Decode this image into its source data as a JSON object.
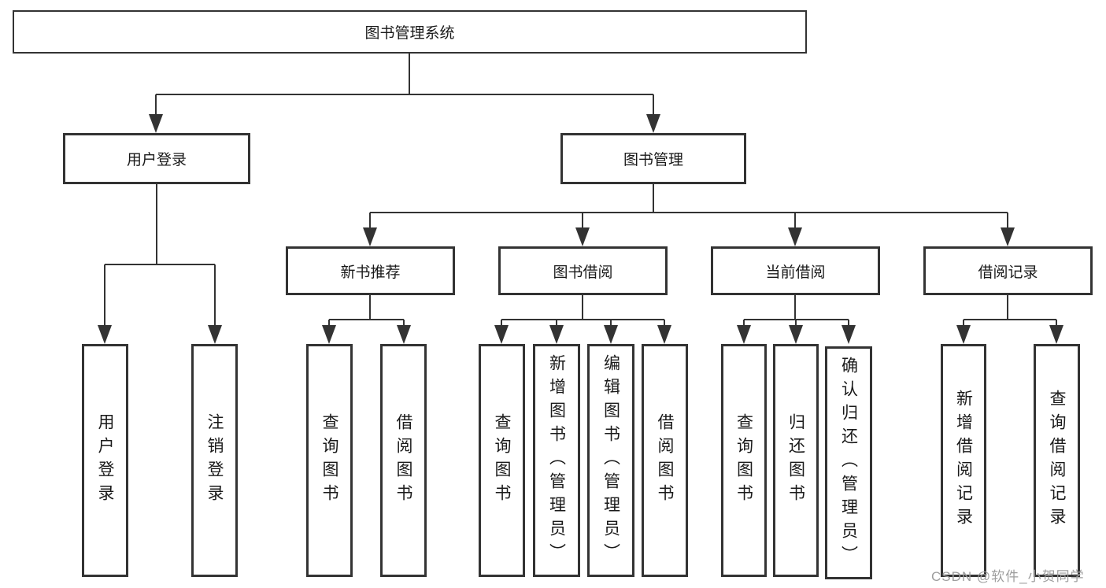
{
  "diagram": {
    "root": {
      "label": "图书管理系统"
    },
    "level2": {
      "user_login": {
        "label": "用户登录"
      },
      "book_mgmt": {
        "label": "图书管理"
      }
    },
    "level3": {
      "new_book_rec": {
        "label": "新书推荐"
      },
      "book_borrow": {
        "label": "图书借阅"
      },
      "current_borrow": {
        "label": "当前借阅"
      },
      "borrow_records": {
        "label": "借阅记录"
      }
    },
    "leaves": {
      "user_login": {
        "label": "用户登录"
      },
      "logout": {
        "label": "注销登录"
      },
      "rec_query_book": {
        "label": "查询图书"
      },
      "rec_borrow_book": {
        "label": "借阅图书"
      },
      "bb_query_book": {
        "label": "查询图书"
      },
      "bb_add_book": {
        "label": "新增图书（管理员）"
      },
      "bb_edit_book": {
        "label": "编辑图书（管理员）"
      },
      "bb_borrow_book": {
        "label": "借阅图书"
      },
      "cb_query_book": {
        "label": "查询图书"
      },
      "cb_return_book": {
        "label": "归还图书"
      },
      "cb_confirm_return": {
        "label": "确认归还（管理员）"
      },
      "br_add_record": {
        "label": "新增借阅记录"
      },
      "br_query_record": {
        "label": "查询借阅记录"
      }
    }
  },
  "watermark": {
    "text": "CSDN @软件_小贺同学",
    "color": "#9e9e9e"
  },
  "colors": {
    "line": "#333333",
    "border": "#333333",
    "text": "#1a1a1a",
    "background": "#ffffff"
  }
}
